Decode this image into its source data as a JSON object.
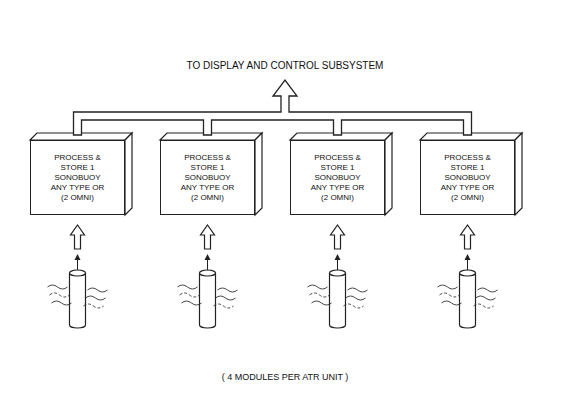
{
  "diagram": {
    "title": "TO DISPLAY AND CONTROL SUBSYSTEM",
    "caption": "( 4 MODULES PER ATR UNIT )",
    "nodes": [
      {
        "text": [
          "PROCESS & STORE 1 SONOBUOY ANY TYPE OR (2 OMNI)"
        ]
      },
      {
        "text": [
          "PROCESS & STORE 1 SONOBUOY ANY TYPE OR (2 OMNI)"
        ]
      },
      {
        "text": [
          "PROCESS & STORE 1 SONOBUOY ANY TYPE OR (2 OMNI)"
        ]
      },
      {
        "text": [
          "PROCESS & STORE 1 SONOBUOY ANY TYPE OR (2 OMNI)"
        ]
      }
    ]
  }
}
